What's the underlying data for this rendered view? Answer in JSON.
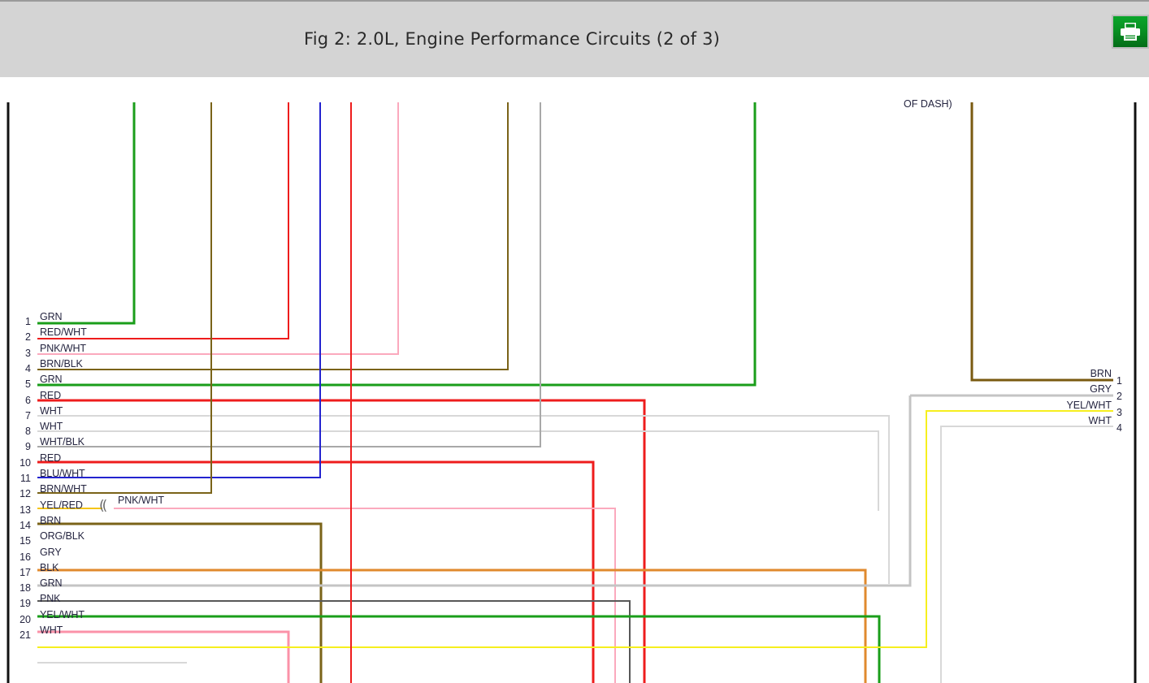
{
  "header": {
    "title": "Fig 2: 2.0L, Engine Performance Circuits (2 of 3)",
    "print_button_label": "Print",
    "print_icon": "printer-icon",
    "bar_color": "#d4d4d4",
    "print_button_color": "#089123"
  },
  "diagram": {
    "note_partial": "OF DASH)",
    "splice_symbol": "((",
    "splice_label": "PNK/WHT",
    "left_connector": {
      "pins": [
        {
          "num": "1",
          "label": "GRN",
          "color": "#1a9e1a"
        },
        {
          "num": "2",
          "label": "RED/WHT",
          "color": "#ee1c1c"
        },
        {
          "num": "3",
          "label": "PNK/WHT",
          "color": "#fba9bd"
        },
        {
          "num": "4",
          "label": "BRN/BLK",
          "color": "#7a6318"
        },
        {
          "num": "5",
          "label": "GRN",
          "color": "#1a9e1a"
        },
        {
          "num": "6",
          "label": "RED",
          "color": "#ee1c1c"
        },
        {
          "num": "7",
          "label": "WHT",
          "color": "#d8d8d8"
        },
        {
          "num": "8",
          "label": "WHT",
          "color": "#d8d8d8"
        },
        {
          "num": "9",
          "label": "WHT/BLK",
          "color": "#a8a8a8"
        },
        {
          "num": "10",
          "label": "RED",
          "color": "#ee1c1c"
        },
        {
          "num": "11",
          "label": "BLU/WHT",
          "color": "#2323cf"
        },
        {
          "num": "12",
          "label": "BRN/WHT",
          "color": "#7a6318"
        },
        {
          "num": "13",
          "label": "YEL/RED",
          "color": "#f5c518"
        },
        {
          "num": "14",
          "label": "BRN",
          "color": "#7a6318"
        },
        {
          "num": "15",
          "label": "ORG/BLK",
          "color": "#e08a2e"
        },
        {
          "num": "16",
          "label": "GRY",
          "color": "#c4c4c4"
        },
        {
          "num": "17",
          "label": "BLK",
          "color": "#585858"
        },
        {
          "num": "18",
          "label": "GRN",
          "color": "#1a9e1a"
        },
        {
          "num": "19",
          "label": "PNK",
          "color": "#fb92a8"
        },
        {
          "num": "20",
          "label": "YEL/WHT",
          "color": "#f6ef1e"
        },
        {
          "num": "21",
          "label": "WHT",
          "color": "#d8d8d8"
        }
      ]
    },
    "right_connector": {
      "pins": [
        {
          "num": "1",
          "label": "BRN",
          "color": "#7a5a10"
        },
        {
          "num": "2",
          "label": "GRY",
          "color": "#c4c4c4"
        },
        {
          "num": "3",
          "label": "YEL/WHT",
          "color": "#f6ef1e"
        },
        {
          "num": "4",
          "label": "WHT",
          "color": "#d8d8d8"
        }
      ]
    }
  }
}
